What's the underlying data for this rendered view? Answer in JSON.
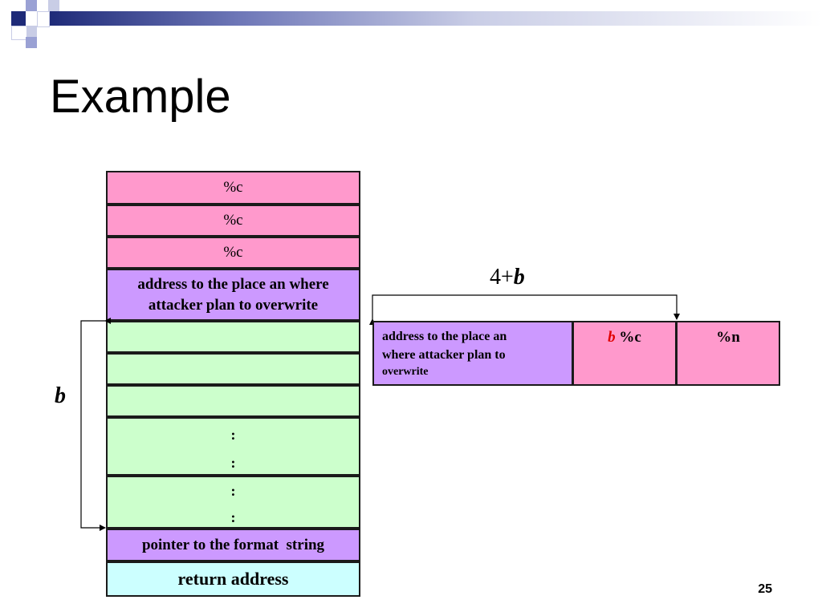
{
  "slide": {
    "title": "Example",
    "page_number": "25"
  },
  "stack": {
    "c1": "%c",
    "c2": "%c",
    "c3": "%c",
    "address_line1": "address to the place an where",
    "address_line2": "attacker plan to overwrite",
    "colon": ":",
    "pointer": "pointer to the format  string",
    "return_address": "return address"
  },
  "labels": {
    "b": "b",
    "four_plus": "4+",
    "b_bold": "b"
  },
  "format_string": {
    "addr_line1": "address to the place an",
    "addr_line2": "where attacker plan to",
    "addr_line3": "overwrite",
    "b_red": "b",
    "pct_c": " %c",
    "pct_n": "%n"
  },
  "colors": {
    "pink": "#ff99cc",
    "violet": "#cc99ff",
    "green": "#ccffcc",
    "cyan": "#ccffff",
    "red": "#e00000",
    "header_navy": "#1e2a78"
  }
}
